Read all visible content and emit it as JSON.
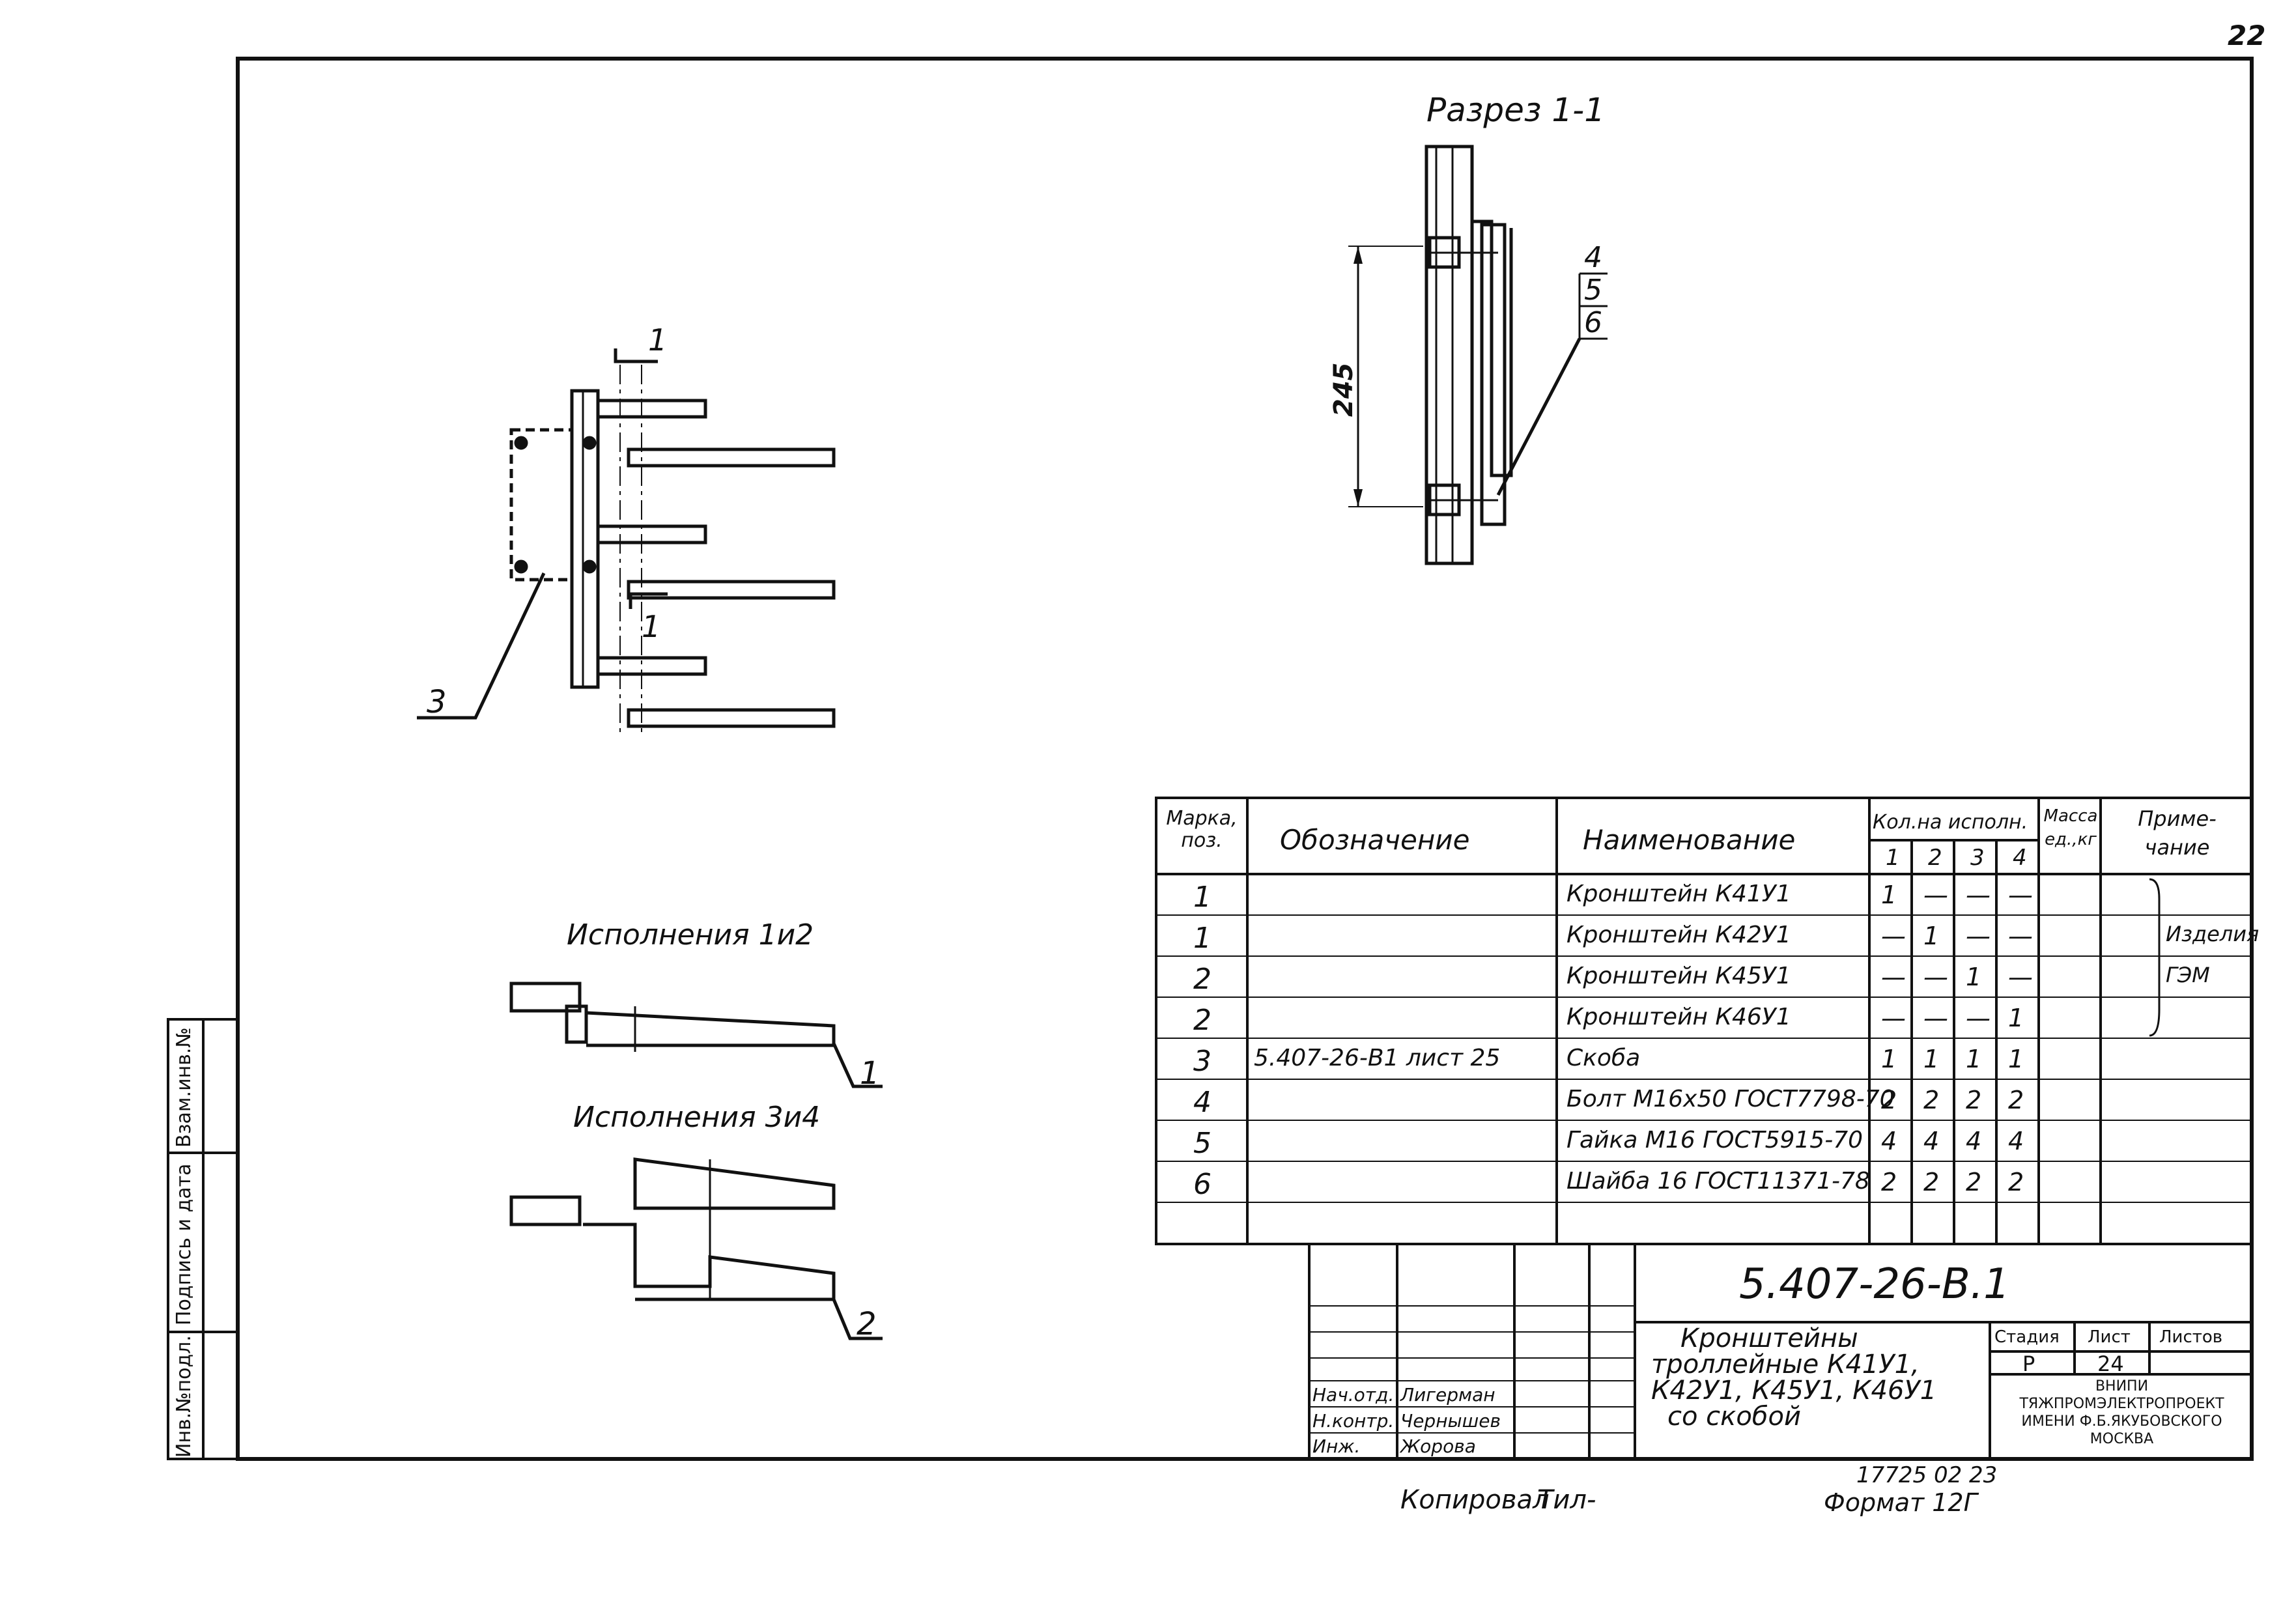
{
  "sheet": {
    "page_number": "22",
    "copied_by": "Копировал",
    "copied_sig": "Тил-",
    "format_code": "17725  02   23",
    "format_label": "Формат 12Г"
  },
  "left_stamp": {
    "cells": [
      "Инв.№подл.",
      "Подпись и дата",
      "Взам.инв.№"
    ]
  },
  "views": {
    "section_title": "Разрез 1-1",
    "dimension_245": "245",
    "callouts_right": [
      "4",
      "5",
      "6"
    ],
    "callout_3": "3",
    "section_mark_top": "1",
    "section_mark_bottom": "1",
    "variant_12_title": "Исполнения 1и2",
    "variant_12_callout": "1",
    "variant_34_title": "Исполнения 3и4",
    "variant_34_callout": "2"
  },
  "spec_table": {
    "headers": {
      "mark": "Марка, поз.",
      "designation": "Обозначение",
      "name": "Наименование",
      "qty": "Кол.на исполн.",
      "qty_cols": [
        "1",
        "2",
        "3",
        "4"
      ],
      "mass": "Масса ед.,кг",
      "note": "Приме- чание"
    },
    "rows": [
      {
        "mark": "1",
        "designation": "",
        "name": "Кронштейн К41У1",
        "q": [
          "1",
          "—",
          "—",
          "—"
        ],
        "note": ""
      },
      {
        "mark": "1",
        "designation": "",
        "name": "Кронштейн К42У1",
        "q": [
          "—",
          "1",
          "—",
          "—"
        ],
        "note": "Изделия"
      },
      {
        "mark": "2",
        "designation": "",
        "name": "Кронштейн К45У1",
        "q": [
          "—",
          "—",
          "1",
          "—"
        ],
        "note": "ГЭМ"
      },
      {
        "mark": "2",
        "designation": "",
        "name": "Кронштейн К46У1",
        "q": [
          "—",
          "—",
          "—",
          "1"
        ],
        "note": ""
      },
      {
        "mark": "3",
        "designation": "5.407-26-В1 лист 25",
        "name": "Скоба",
        "q": [
          "1",
          "1",
          "1",
          "1"
        ],
        "note": ""
      },
      {
        "mark": "4",
        "designation": "",
        "name": "Болт М16х50 ГОСТ7798-70",
        "q": [
          "2",
          "2",
          "2",
          "2"
        ],
        "note": ""
      },
      {
        "mark": "5",
        "designation": "",
        "name": "Гайка М16 ГОСТ5915-70",
        "q": [
          "4",
          "4",
          "4",
          "4"
        ],
        "note": ""
      },
      {
        "mark": "6",
        "designation": "",
        "name": "Шайба 16 ГОСТ11371-78",
        "q": [
          "2",
          "2",
          "2",
          "2"
        ],
        "note": ""
      }
    ]
  },
  "title_block": {
    "doc_code": "5.407-26-В.1",
    "title_lines": [
      "Кронштейны",
      "троллейные К41У1,",
      "К42У1, К45У1, К46У1",
      "со скобой"
    ],
    "stage_label": "Стадия",
    "sheet_label": "Лист",
    "sheets_label": "Листов",
    "stage": "Р",
    "sheet": "24",
    "sheets": "",
    "org_lines": [
      "ВНИПИ",
      "ТЯЖПРОМЭЛЕКТРОПРОЕКТ",
      "ИМЕНИ Ф.Б.ЯКУБОВСКОГО",
      "МОСКВА"
    ],
    "signatures": [
      {
        "role": "Нач.отд.",
        "name": "Лигерман"
      },
      {
        "role": "Н.контр.",
        "name": "Чернышев"
      },
      {
        "role": "Инж.",
        "name": "Жорова"
      }
    ]
  }
}
